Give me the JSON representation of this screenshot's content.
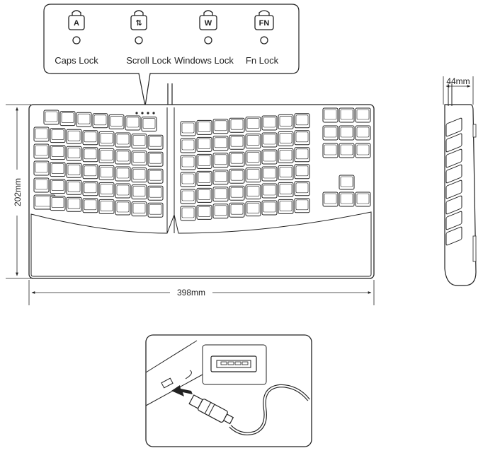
{
  "indicator_panel": {
    "items": [
      {
        "icon": "A",
        "icon_name": "caps-lock-icon",
        "label": "Caps Lock"
      },
      {
        "icon": "⇅",
        "icon_name": "scroll-lock-icon",
        "label": "Scroll Lock"
      },
      {
        "icon": "W",
        "icon_name": "windows-lock-icon",
        "label": "Windows Lock"
      },
      {
        "icon": "FN",
        "icon_name": "fn-lock-icon",
        "label": "Fn Lock"
      }
    ]
  },
  "dimensions": {
    "height": "202mm",
    "width": "398mm",
    "depth": "44mm"
  },
  "colors": {
    "line": "#222222",
    "background": "#ffffff"
  }
}
